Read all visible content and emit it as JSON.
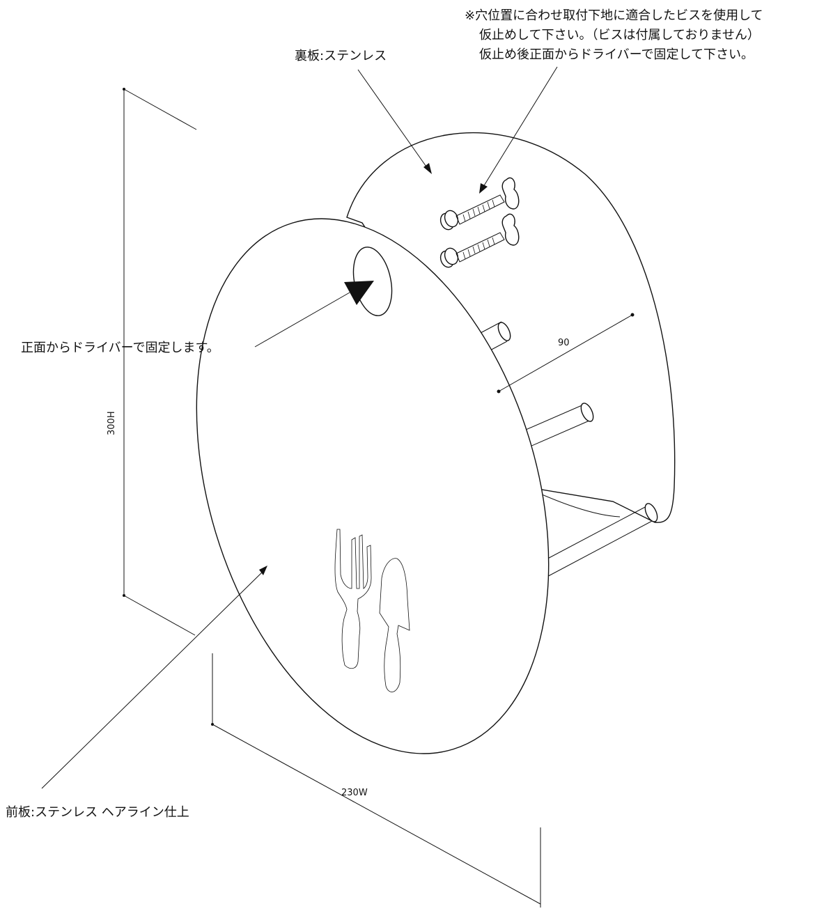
{
  "labels": {
    "back_plate": "裏板:ステンレス",
    "note_line1": "※穴位置に合わせ取付下地に適合したビスを使用して",
    "note_line2": "仮止めして下さい。（ビスは付属しておりません）",
    "note_line3": "仮止め後正面からドライバーで固定して下さい。",
    "front_fix": "正面からドライバーで固定します。",
    "front_plate": "前板:ステンレス ヘアライン仕上"
  },
  "dimensions": {
    "height": "300H",
    "width": "230W",
    "depth": "90"
  },
  "colors": {
    "line": "#111111",
    "background": "#ffffff"
  }
}
